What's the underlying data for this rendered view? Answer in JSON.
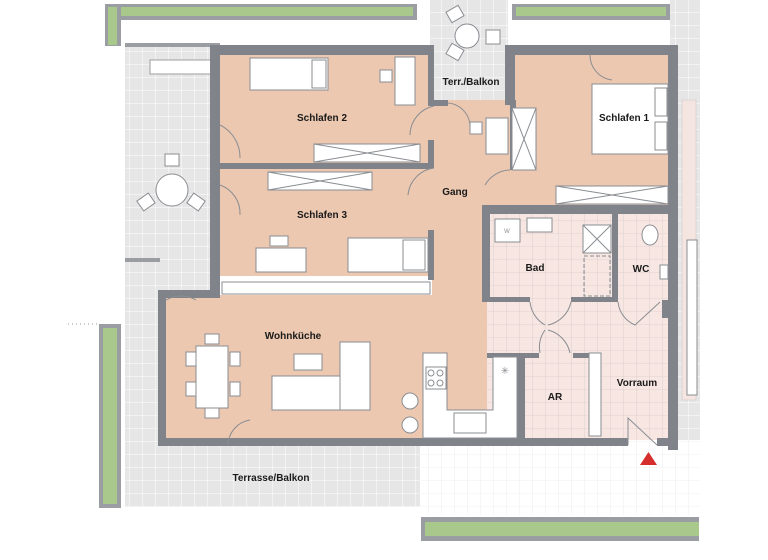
{
  "colors": {
    "room": "#ecc8b0",
    "wall": "#80848a",
    "tile": "#f7e6e2",
    "terrace": "#e6e6e6",
    "green": "#a9c98c",
    "marker": "#d62d2d"
  },
  "rooms": {
    "schlafen2": "Schlafen 2",
    "schlafen3": "Schlafen 3",
    "schlafen1": "Schlafen 1",
    "terr_balkon_small": "Terr./Balkon",
    "gang": "Gang",
    "bad": "Bad",
    "wc": "WC",
    "wohnkueche": "Wohnküche",
    "ar": "AR",
    "vorraum": "Vorraum",
    "terrasse_balkon": "Terrasse/Balkon"
  },
  "fixtures": {
    "washer": "W"
  },
  "icons": {
    "entrance": "red-triangle-entrance-marker"
  }
}
